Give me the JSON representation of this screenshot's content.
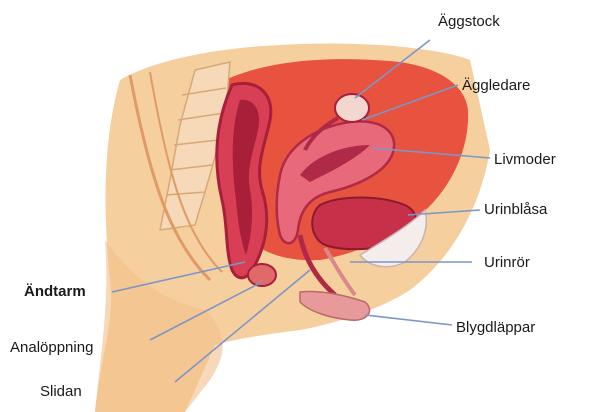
{
  "labels": {
    "aggstock": "Äggstock",
    "aggledare": "Äggledare",
    "livmoder": "Livmoder",
    "urinblasa": "Urinblåsa",
    "urinror": "Urinrör",
    "blygdlappar": "Blygdläppar",
    "andtarm": "Ändtarm",
    "analoppning": "Analöppning",
    "slidan": "Slidan"
  },
  "colors": {
    "skin": "#f6cf9e",
    "skin_shadow": "#f1c08a",
    "cavity": "#e8533f",
    "organ": "#d83f55",
    "organ_dark": "#a81f3a",
    "bone": "#f5d9b8",
    "leader": "#7c96c8",
    "bladder": "#f5ecec"
  }
}
